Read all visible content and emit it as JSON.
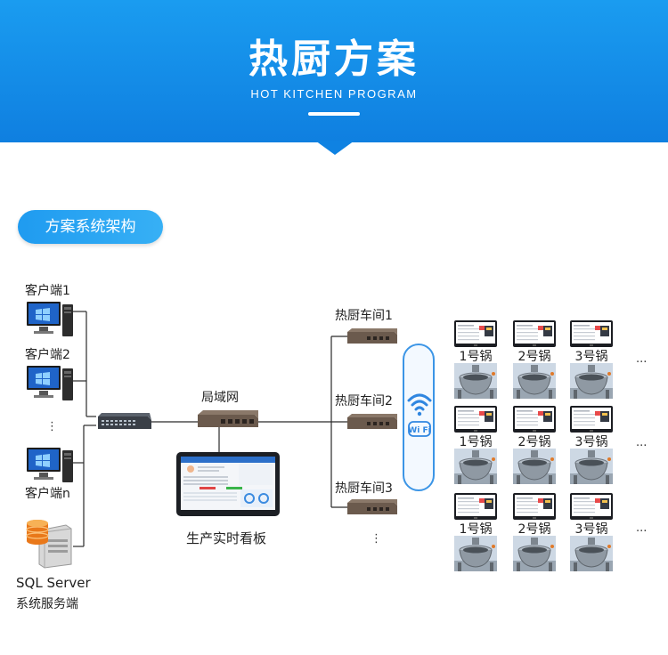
{
  "header": {
    "title": "热厨方案",
    "subtitle": "HOT KITCHEN PROGRAM"
  },
  "section": {
    "title": "方案系统架构"
  },
  "clients": {
    "client1": "客户端1",
    "client2": "客户端2",
    "ellipsis": "⋮",
    "clientn": "客户端n"
  },
  "server": {
    "line1": "SQL Server",
    "line2": "系统服务端"
  },
  "network": {
    "lan": "局域网",
    "dashboard": "生产实时看板"
  },
  "workshops": {
    "w1": "热厨车间1",
    "w2": "热厨车间2",
    "w3": "热厨车间3",
    "ellipsis": "⋮"
  },
  "wifi": {
    "badge": "Wi Fi"
  },
  "pots": {
    "row1": [
      "1号锅",
      "2号锅",
      "3号锅"
    ],
    "row2": [
      "1号锅",
      "2号锅",
      "3号锅"
    ],
    "row3": [
      "1号锅",
      "2号锅",
      "3号锅"
    ],
    "more": "···"
  },
  "colors": {
    "header_blue": "#1a9cf0",
    "accent_blue": "#3b95e6",
    "wire": "#2a2a2a"
  }
}
